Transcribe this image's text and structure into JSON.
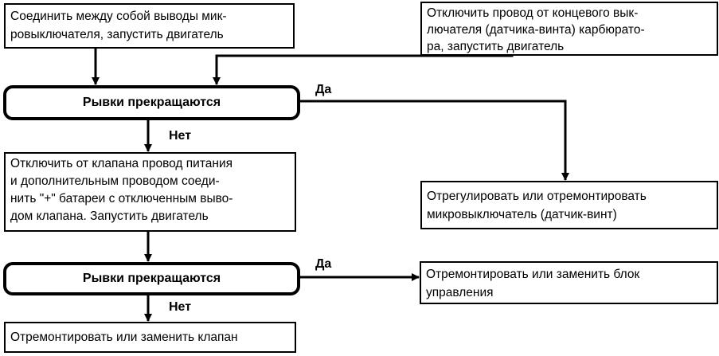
{
  "boxes": {
    "b1": "Соединить между собой выводы мик-\nровыключателя, запустить двигатель",
    "b2": "Отключить провод от концевого вык-\nлючателя (датчика-винта) карбюрато-\nра, запустить двигатель",
    "d1": "Рывки прекращаются",
    "b3": "Отключить от клапана провод питания\nи дополнительным проводом соеди-\nнить \"+\" батареи с отключенным выво-\nдом клапана. Запустить двигатель",
    "b4": "Отрегулировать или отремонтировать\nмикровыключатель (датчик-винт)",
    "d2": "Рывки прекращаются",
    "b5": "Отремонтировать или заменить блок\nуправления",
    "b6": "Отремонтировать или заменить клапан"
  },
  "labels": {
    "yes1": "Да",
    "no1": "Нет",
    "yes2": "Да",
    "no2": "Нет"
  }
}
